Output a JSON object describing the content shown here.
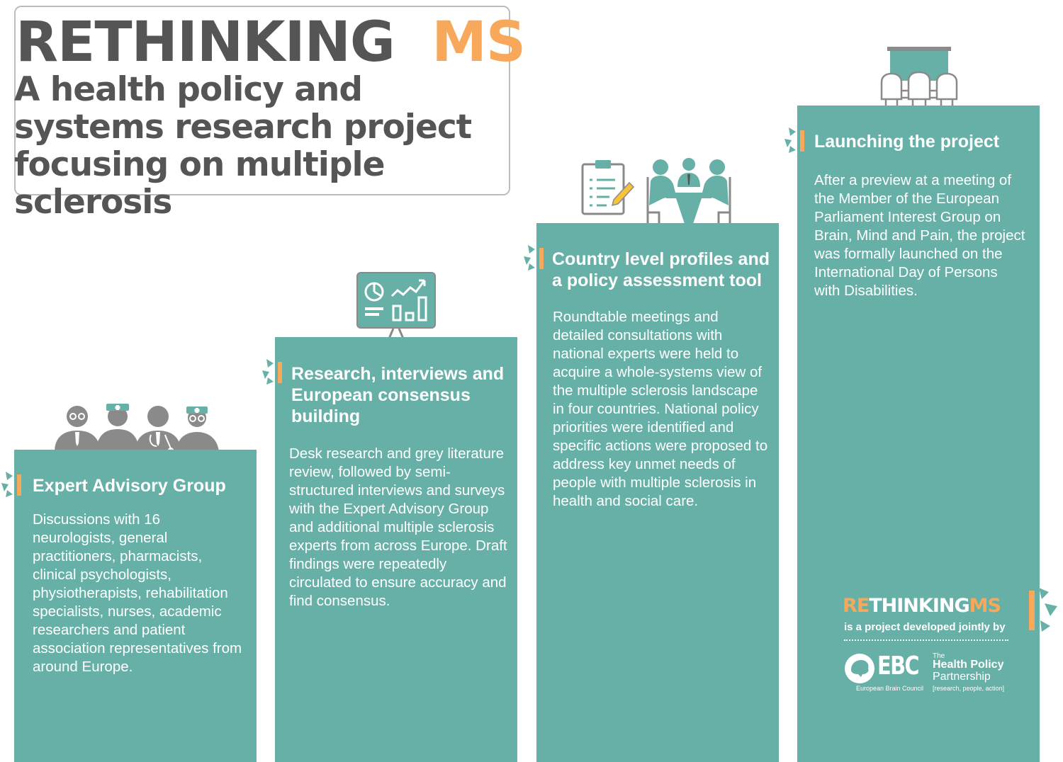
{
  "header": {
    "title_part1": "RETHINKING",
    "title_part2": "MS",
    "subtitle": "A health policy and systems research project focusing on multiple sclerosis"
  },
  "steps": [
    {
      "title": "Expert Advisory Group",
      "body": "Discussions with 16 neurologists, general practitioners, pharmacists, clinical psychologists, physiotherapists, rehabilitation specialists, nurses, academic researchers and patient association representatives from around Europe.",
      "icon": "healthcare-professionals-icon"
    },
    {
      "title": "Research, interviews and European consensus building",
      "body": "Desk research and grey literature review, followed by semi-structured interviews and surveys with the Expert Advisory Group and additional multiple sclerosis experts from across Europe. Draft findings were repeatedly circulated to ensure accuracy and find consensus.",
      "icon": "analytics-monitor-icon"
    },
    {
      "title": "Country level profiles and a policy assessment tool",
      "body": "Roundtable meetings and detailed consultations with national experts were held to acquire a whole-systems view of the multiple sclerosis landscape in four countries. National policy priorities were identified and specific actions were proposed to address key unmet needs of people with multiple sclerosis in health and social care.",
      "icon": "clipboard-meeting-icon"
    },
    {
      "title": "Launching the project",
      "body": "After a preview at a meeting of the Member of the European Parliament Interest Group on Brain, Mind and Pain, the project was formally launched on the International Day of Persons with Disabilities.",
      "icon": "presentation-audience-icon"
    }
  ],
  "footer": {
    "brand_re": "RE",
    "brand_thinking": "THINKING",
    "brand_ms": "MS",
    "tagline": "is a project developed jointly by",
    "ebc_short": "EBC",
    "ebc_full": "European Brain Council",
    "hpp_the": "The",
    "hpp_line1": "Health Policy",
    "hpp_line2": "Partnership",
    "hpp_tagline": "[research, people, action]"
  },
  "colors": {
    "teal": "#66b0a7",
    "orange": "#f7a85a",
    "grey": "#555555"
  }
}
